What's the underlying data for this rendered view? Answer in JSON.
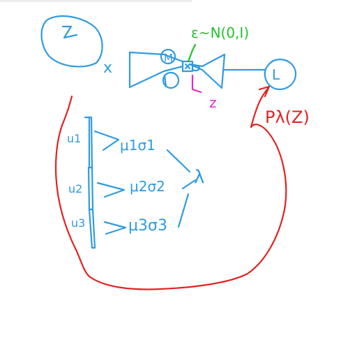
{
  "diagram": {
    "input_label": "x",
    "noise_label": "ε~N(0,I)",
    "latent_label": "z",
    "loss_label": "L",
    "prior_label": "Pλ(Z)",
    "encoder_label": "M",
    "inputs": [
      "u1",
      "u2",
      "u3"
    ],
    "gaussians": [
      "μ1σ1",
      "μ2σ2",
      "μ3σ3"
    ],
    "lambda_label": "λ",
    "colors": {
      "main": "#2f9be0",
      "boundary": "#e32222",
      "noise": "#22c02a",
      "latent": "#e22bd0"
    }
  }
}
